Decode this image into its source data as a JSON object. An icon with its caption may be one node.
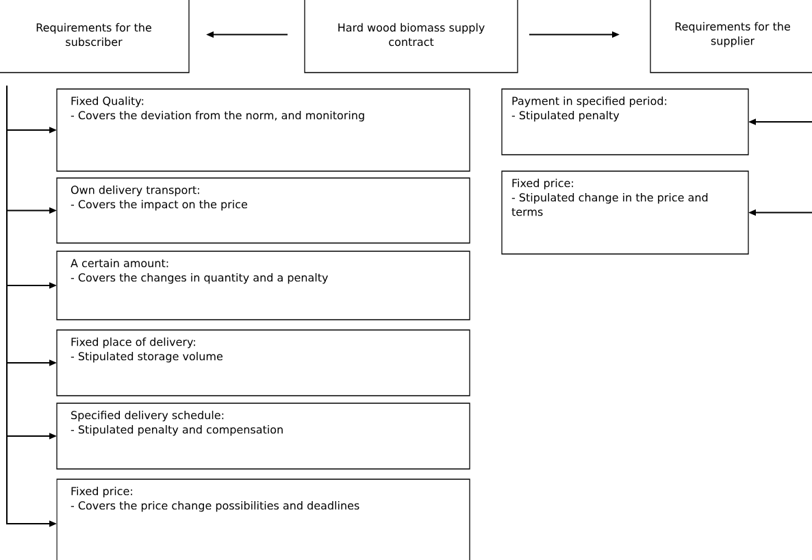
{
  "diagram": {
    "nodes": [
      {
        "text": [
          "Requirements for the subscriber"
        ]
      },
      {
        "text": [
          "Hard wood biomass supply contract"
        ]
      },
      {
        "text": [
          "Requirements for the supplier"
        ]
      },
      {
        "text": [
          "Fixed Quality:",
          "- Covers the deviation from the norm, and monitoring"
        ]
      },
      {
        "text": [
          "Own delivery transport:",
          "- Covers the impact on the price"
        ]
      },
      {
        "text": [
          "A certain amount:",
          "- Covers the changes in quantity and a penalty"
        ]
      },
      {
        "text": [
          "Fixed place of delivery:",
          "- Stipulated storage volume"
        ]
      },
      {
        "text": [
          "Specified delivery schedule:",
          "- Stipulated penalty and compensation"
        ]
      },
      {
        "text": [
          "Fixed price:",
          "- Covers the price change possibilities and deadlines"
        ]
      },
      {
        "text": [
          "Payment in specified period:",
          "- Stipulated penalty"
        ]
      },
      {
        "text": [
          "Fixed price:",
          "- Stipulated change in the price and terms"
        ]
      }
    ],
    "edges": [
      {
        "from": 1,
        "to": 0,
        "arrow": "to"
      },
      {
        "from": 1,
        "to": 2,
        "arrow": "to"
      },
      {
        "from": 0,
        "to": 3,
        "arrow": "to"
      },
      {
        "from": 0,
        "to": 4,
        "arrow": "to"
      },
      {
        "from": 0,
        "to": 5,
        "arrow": "to"
      },
      {
        "from": 0,
        "to": 6,
        "arrow": "to"
      },
      {
        "from": 0,
        "to": 7,
        "arrow": "to"
      },
      {
        "from": 0,
        "to": 8,
        "arrow": "to"
      },
      {
        "from": 2,
        "to": 9,
        "arrow": "to"
      },
      {
        "from": 2,
        "to": 10,
        "arrow": "to"
      }
    ]
  }
}
